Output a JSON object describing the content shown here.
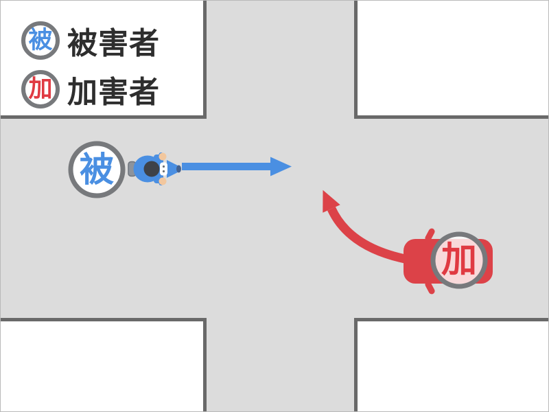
{
  "legend": {
    "victim_badge": "被",
    "victim_label": "被害者",
    "offender_badge": "加",
    "offender_label": "加害者"
  },
  "diagram": {
    "victim_marker": "被",
    "offender_marker": "加"
  },
  "colors": {
    "victim_blue": "#4a8fe2",
    "offender_red": "#dc4248",
    "marker_text_blue": "#4a8fe2",
    "marker_text_red": "#e03a42",
    "road_gray": "#dcdcdc",
    "curb_border_gray": "#696969",
    "badge_ring_gray": "#77797c",
    "legend_text_dark": "#2e2e2e",
    "helmet_dark": "#3e4248",
    "hand_skin": "#f2c79e",
    "wheel_gray": "#8d939b"
  }
}
